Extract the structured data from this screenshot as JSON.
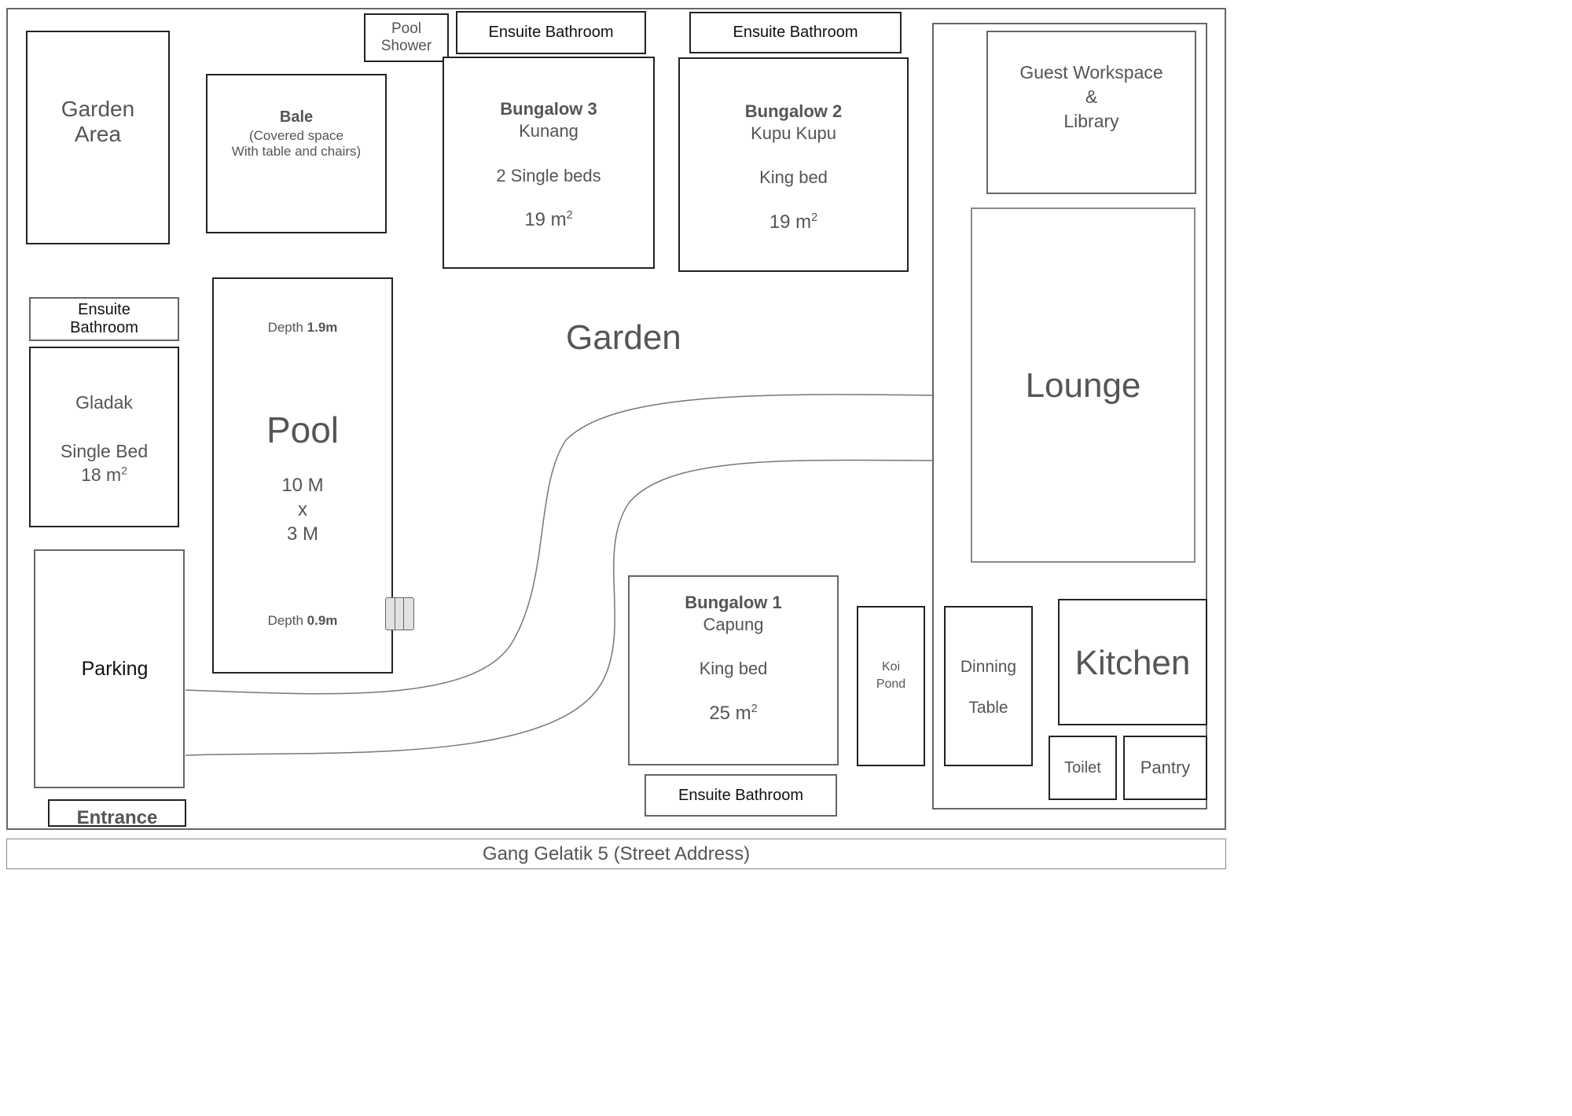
{
  "garden_area": {
    "line1": "Garden",
    "line2": "Area"
  },
  "bale": {
    "title": "Bale",
    "line1": "(Covered space",
    "line2": "With  table and chairs)"
  },
  "pool_shower": {
    "line1": "Pool",
    "line2": "Shower"
  },
  "bungalow3": {
    "title": "Bungalow 3",
    "name": "Kunang",
    "beds": "2 Single beds",
    "area_value": "19 m",
    "area_unit_sup": "2",
    "bathroom": "Ensuite Bathroom"
  },
  "bungalow2": {
    "title": "Bungalow 2",
    "name": "Kupu Kupu",
    "beds": "King bed",
    "area_value": "19 m",
    "area_unit_sup": "2",
    "bathroom": "Ensuite Bathroom"
  },
  "guest_workspace": {
    "line1": "Guest Workspace",
    "line2": "&",
    "line3": "Library"
  },
  "gladak": {
    "bathroom_line1": "Ensuite",
    "bathroom_line2": "Bathroom",
    "name": "Gladak",
    "beds": "Single Bed",
    "area_value": "18 m",
    "area_unit_sup": "2"
  },
  "pool": {
    "title": "Pool",
    "depth_top_label": "Depth ",
    "depth_top_value": "1.9m",
    "length": "10 M",
    "by": "x",
    "width": "3 M",
    "depth_bottom_label": "Depth ",
    "depth_bottom_value": "0.9m"
  },
  "garden": {
    "label": "Garden"
  },
  "lounge": {
    "label": "Lounge"
  },
  "parking": {
    "label": "Parking"
  },
  "entrance": {
    "label": "Entrance"
  },
  "bungalow1": {
    "title": "Bungalow 1",
    "name": "Capung",
    "beds": "King bed",
    "area_value": "25 m",
    "area_unit_sup": "2",
    "bathroom": "Ensuite Bathroom"
  },
  "koi_pond": {
    "line1": "Koi",
    "line2": "Pond"
  },
  "dining": {
    "line1": "Dinning",
    "line2": "Table"
  },
  "kitchen": {
    "label": "Kitchen"
  },
  "toilet": {
    "label": "Toilet"
  },
  "pantry": {
    "label": "Pantry"
  },
  "street": {
    "label": "Gang Gelatik 5 (Street Address)"
  }
}
